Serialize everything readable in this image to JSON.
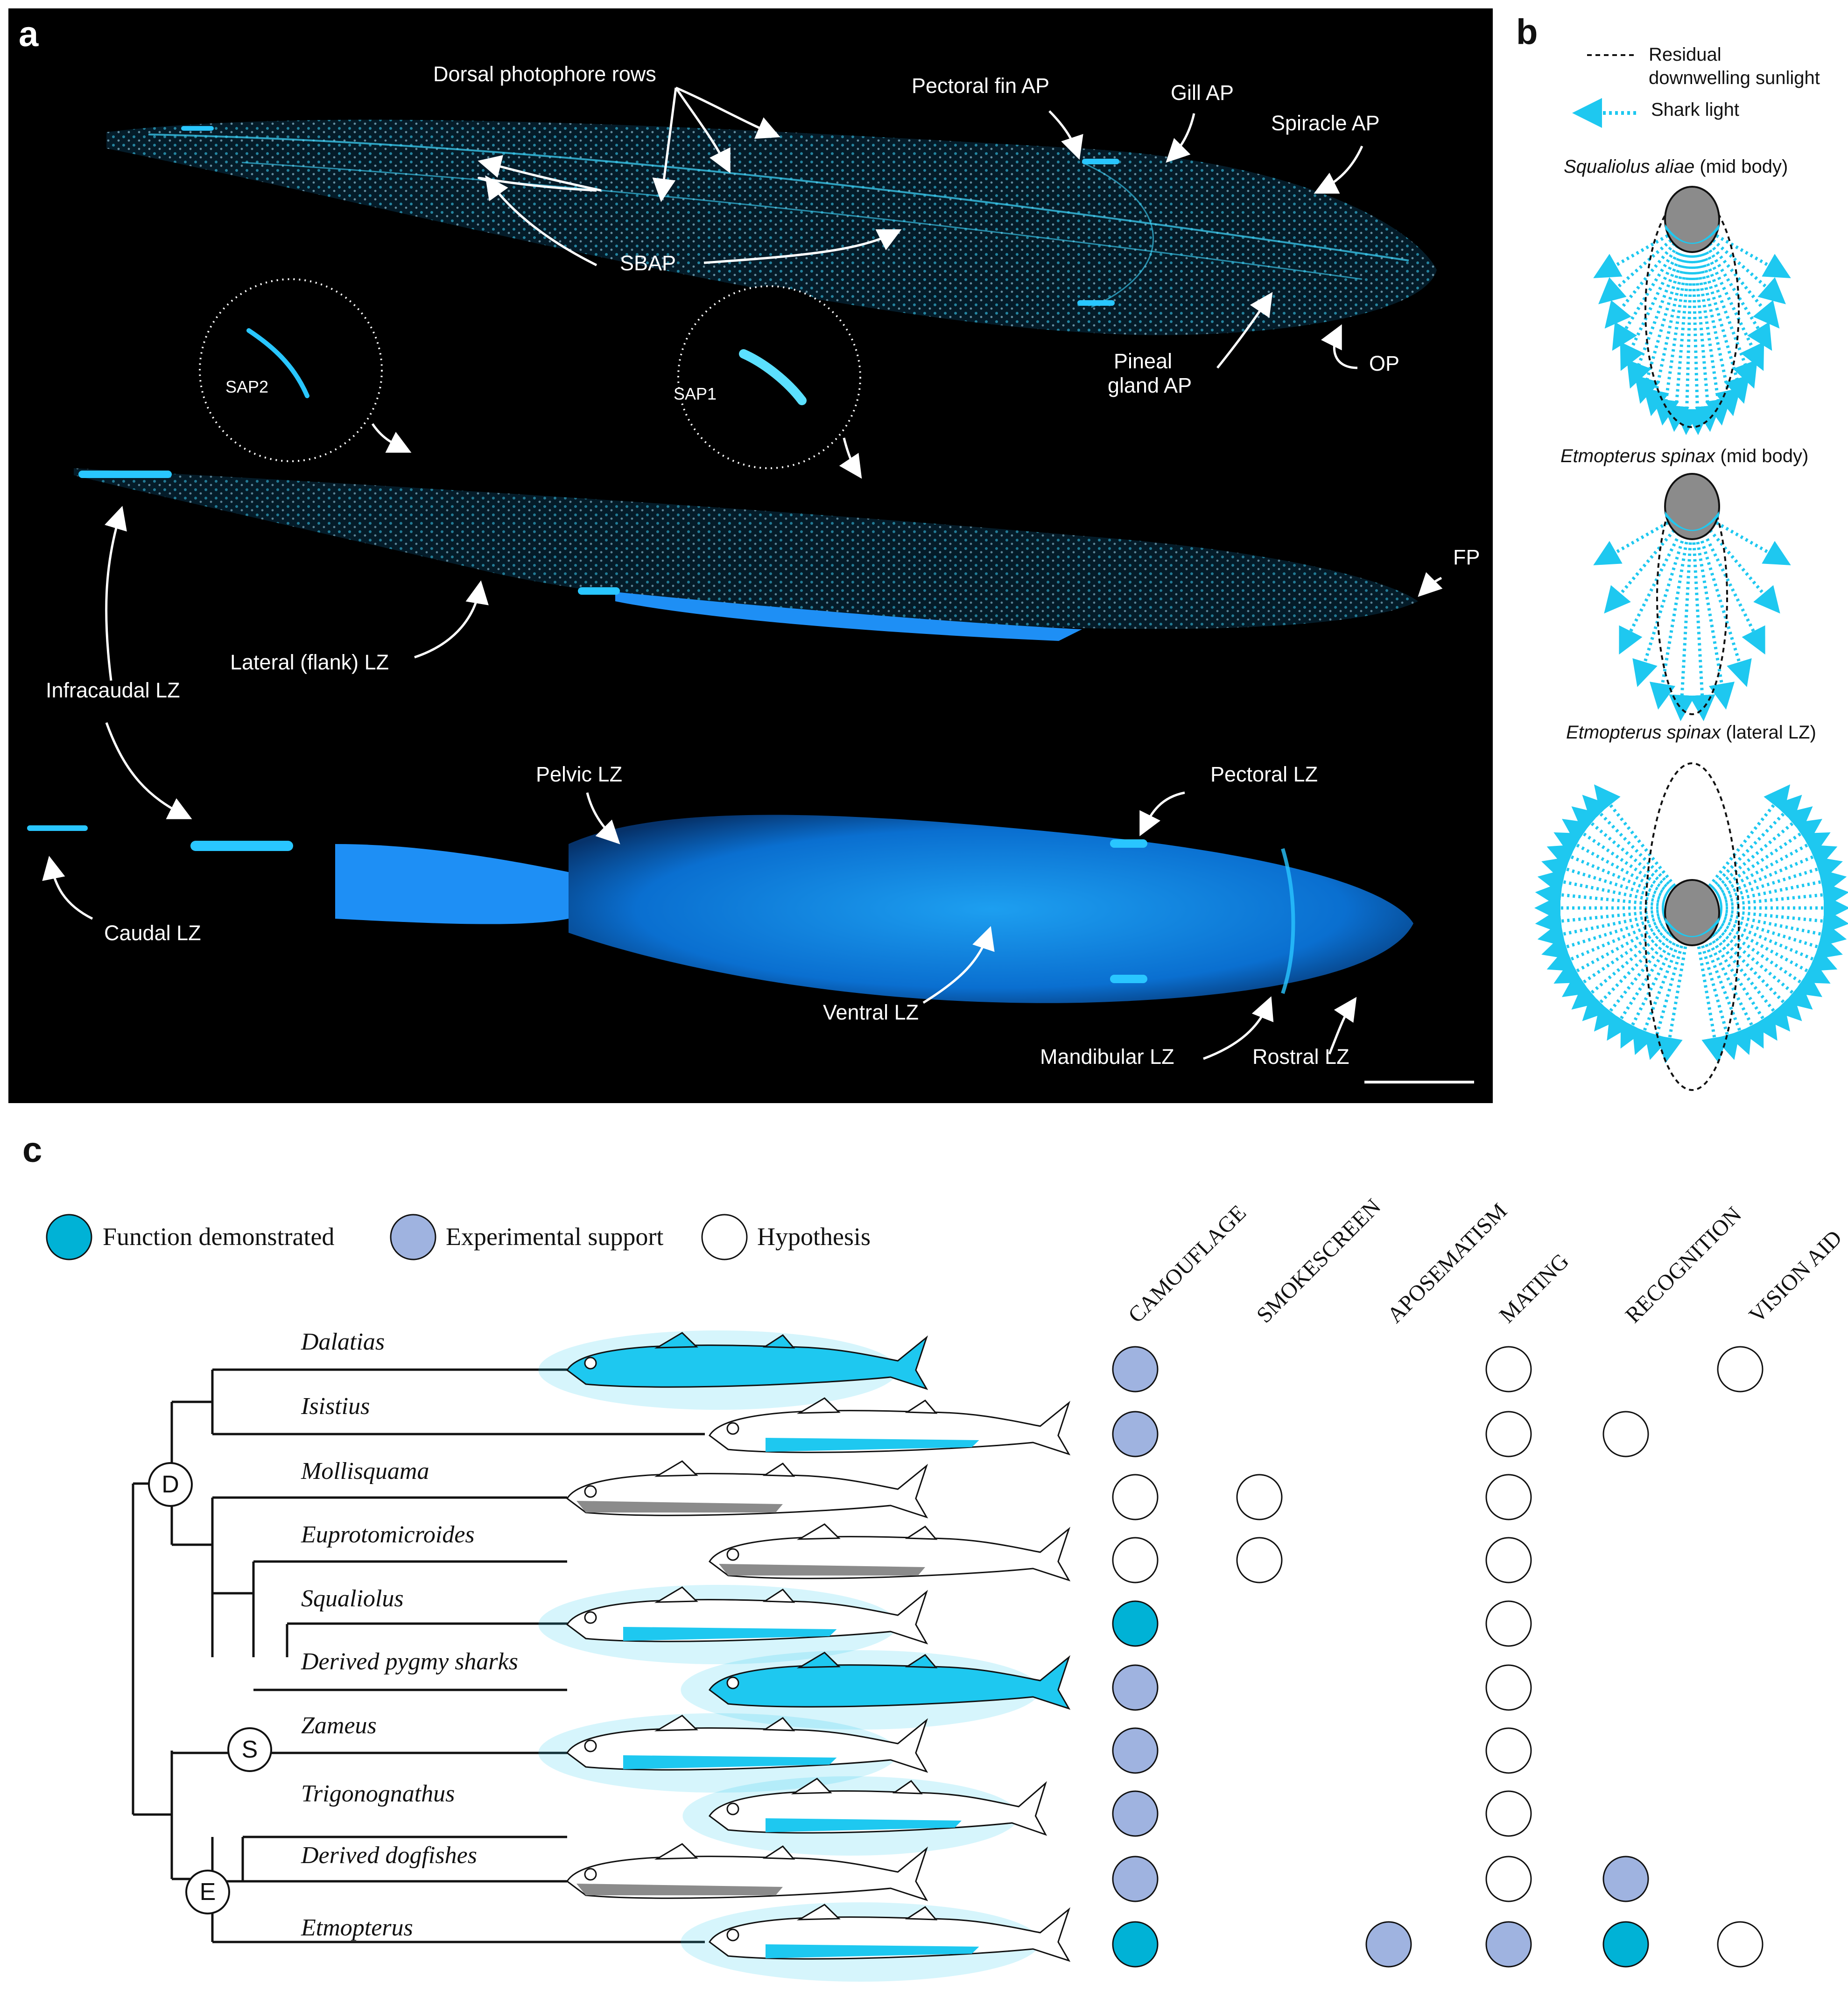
{
  "panels": {
    "a": "a",
    "b": "b",
    "c": "c"
  },
  "panel_a": {
    "labels": {
      "dorsal_rows": "Dorsal photophore rows",
      "pectoral_fin_ap": "Pectoral fin AP",
      "gill_ap": "Gill AP",
      "spiracle_ap": "Spiracle AP",
      "sbap": "SBAP",
      "pineal_line1": "Pineal",
      "pineal_line2": "gland AP",
      "op": "OP",
      "sap2": "SAP2",
      "sap1": "SAP1",
      "fp": "FP",
      "lateral_lz": "Lateral (flank) LZ",
      "infracaudal_lz": "Infracaudal LZ",
      "pelvic_lz": "Pelvic LZ",
      "pectoral_lz": "Pectoral LZ",
      "caudal_lz": "Caudal LZ",
      "ventral_lz": "Ventral LZ",
      "mandibular_lz": "Mandibular LZ",
      "rostral_lz": "Rostral LZ"
    }
  },
  "panel_b": {
    "legend_residual_line1": "Residual",
    "legend_residual_line2": "downwelling sunlight",
    "legend_shark": "Shark light",
    "diagrams": [
      {
        "species": "Squaliolus aliae",
        "note": "(mid body)"
      },
      {
        "species": "Etmopterus spinax",
        "note": "(mid body)"
      },
      {
        "species": "Etmopterus spinax",
        "note": "(lateral LZ)"
      }
    ]
  },
  "panel_c": {
    "legend": [
      {
        "label": "Function demonstrated",
        "color": "#00b2d6"
      },
      {
        "label": "Experimental support",
        "color": "#9fb3e0"
      },
      {
        "label": "Hypothesis",
        "color": "#ffffff"
      }
    ],
    "columns": [
      "CAMOUFLAGE",
      "SMOKESCREEN",
      "APOSEMATISM",
      "MATING",
      "RECOGNITION",
      "VISION AID"
    ],
    "nodes": {
      "d": "D",
      "s": "S",
      "e": "E"
    },
    "taxa": [
      {
        "name": "Dalatias",
        "marks": [
          "exp",
          "",
          "",
          "hyp",
          "",
          "hyp"
        ]
      },
      {
        "name": "Isistius",
        "marks": [
          "exp",
          "",
          "",
          "hyp",
          "hyp",
          ""
        ]
      },
      {
        "name": "Mollisquama",
        "marks": [
          "hyp",
          "hyp",
          "",
          "hyp",
          "",
          ""
        ]
      },
      {
        "name": "Euprotomicroides",
        "marks": [
          "hyp",
          "hyp",
          "",
          "hyp",
          "",
          ""
        ]
      },
      {
        "name": "Squaliolus",
        "marks": [
          "demo",
          "",
          "",
          "hyp",
          "",
          ""
        ]
      },
      {
        "name": "Derived pygmy sharks",
        "marks": [
          "exp",
          "",
          "",
          "hyp",
          "",
          ""
        ]
      },
      {
        "name": "Zameus",
        "marks": [
          "exp",
          "",
          "",
          "hyp",
          "",
          ""
        ]
      },
      {
        "name": "Trigonognathus",
        "marks": [
          "exp",
          "",
          "",
          "hyp",
          "",
          ""
        ]
      },
      {
        "name": "Derived dogfishes",
        "marks": [
          "exp",
          "",
          "",
          "hyp",
          "exp",
          ""
        ]
      },
      {
        "name": "Etmopterus",
        "marks": [
          "demo",
          "",
          "exp",
          "exp",
          "demo",
          "hyp"
        ]
      }
    ]
  },
  "colors": {
    "demo": "#00b2d6",
    "exp": "#9fb3e0",
    "hyp": "#ffffff",
    "glow": "#1ec8f0"
  }
}
